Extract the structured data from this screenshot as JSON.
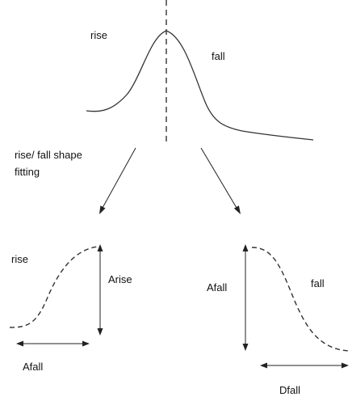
{
  "labels": {
    "peak_rise": "rise",
    "peak_fall": "fall",
    "fitting_line1": "rise/ fall shape",
    "fitting_line2": "fitting",
    "rise_panel_label": "rise",
    "arise": "Arise",
    "rise_panel_width": "Afall",
    "fall_panel_height": "Afall",
    "fall_panel_label": "fall",
    "dfall": "Dfall"
  },
  "colors": {
    "ink": "#333333",
    "background": "#ffffff"
  }
}
